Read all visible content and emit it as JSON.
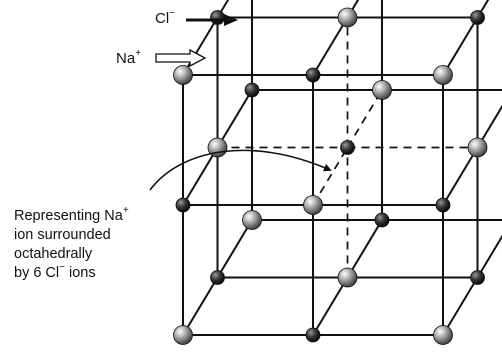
{
  "labels": {
    "chloride": {
      "base": "Cl",
      "sup": "−"
    },
    "sodium": {
      "base": "Na",
      "sup": "+"
    }
  },
  "caption": {
    "line1": {
      "text": "Representing Na",
      "sup": "+"
    },
    "line2": "ion surrounded",
    "line3": "octahedrally",
    "line4": {
      "pre": "by 6 Cl",
      "sup": "−",
      "post": " ions"
    }
  },
  "lattice": {
    "size": 3,
    "corner_ion": "Cl-",
    "central_ion": "Na+",
    "coordination_number": 6,
    "cl_ion_color": "#8c8c8c",
    "na_ion_color": "#3a3a3a",
    "line_color": "#111111"
  }
}
